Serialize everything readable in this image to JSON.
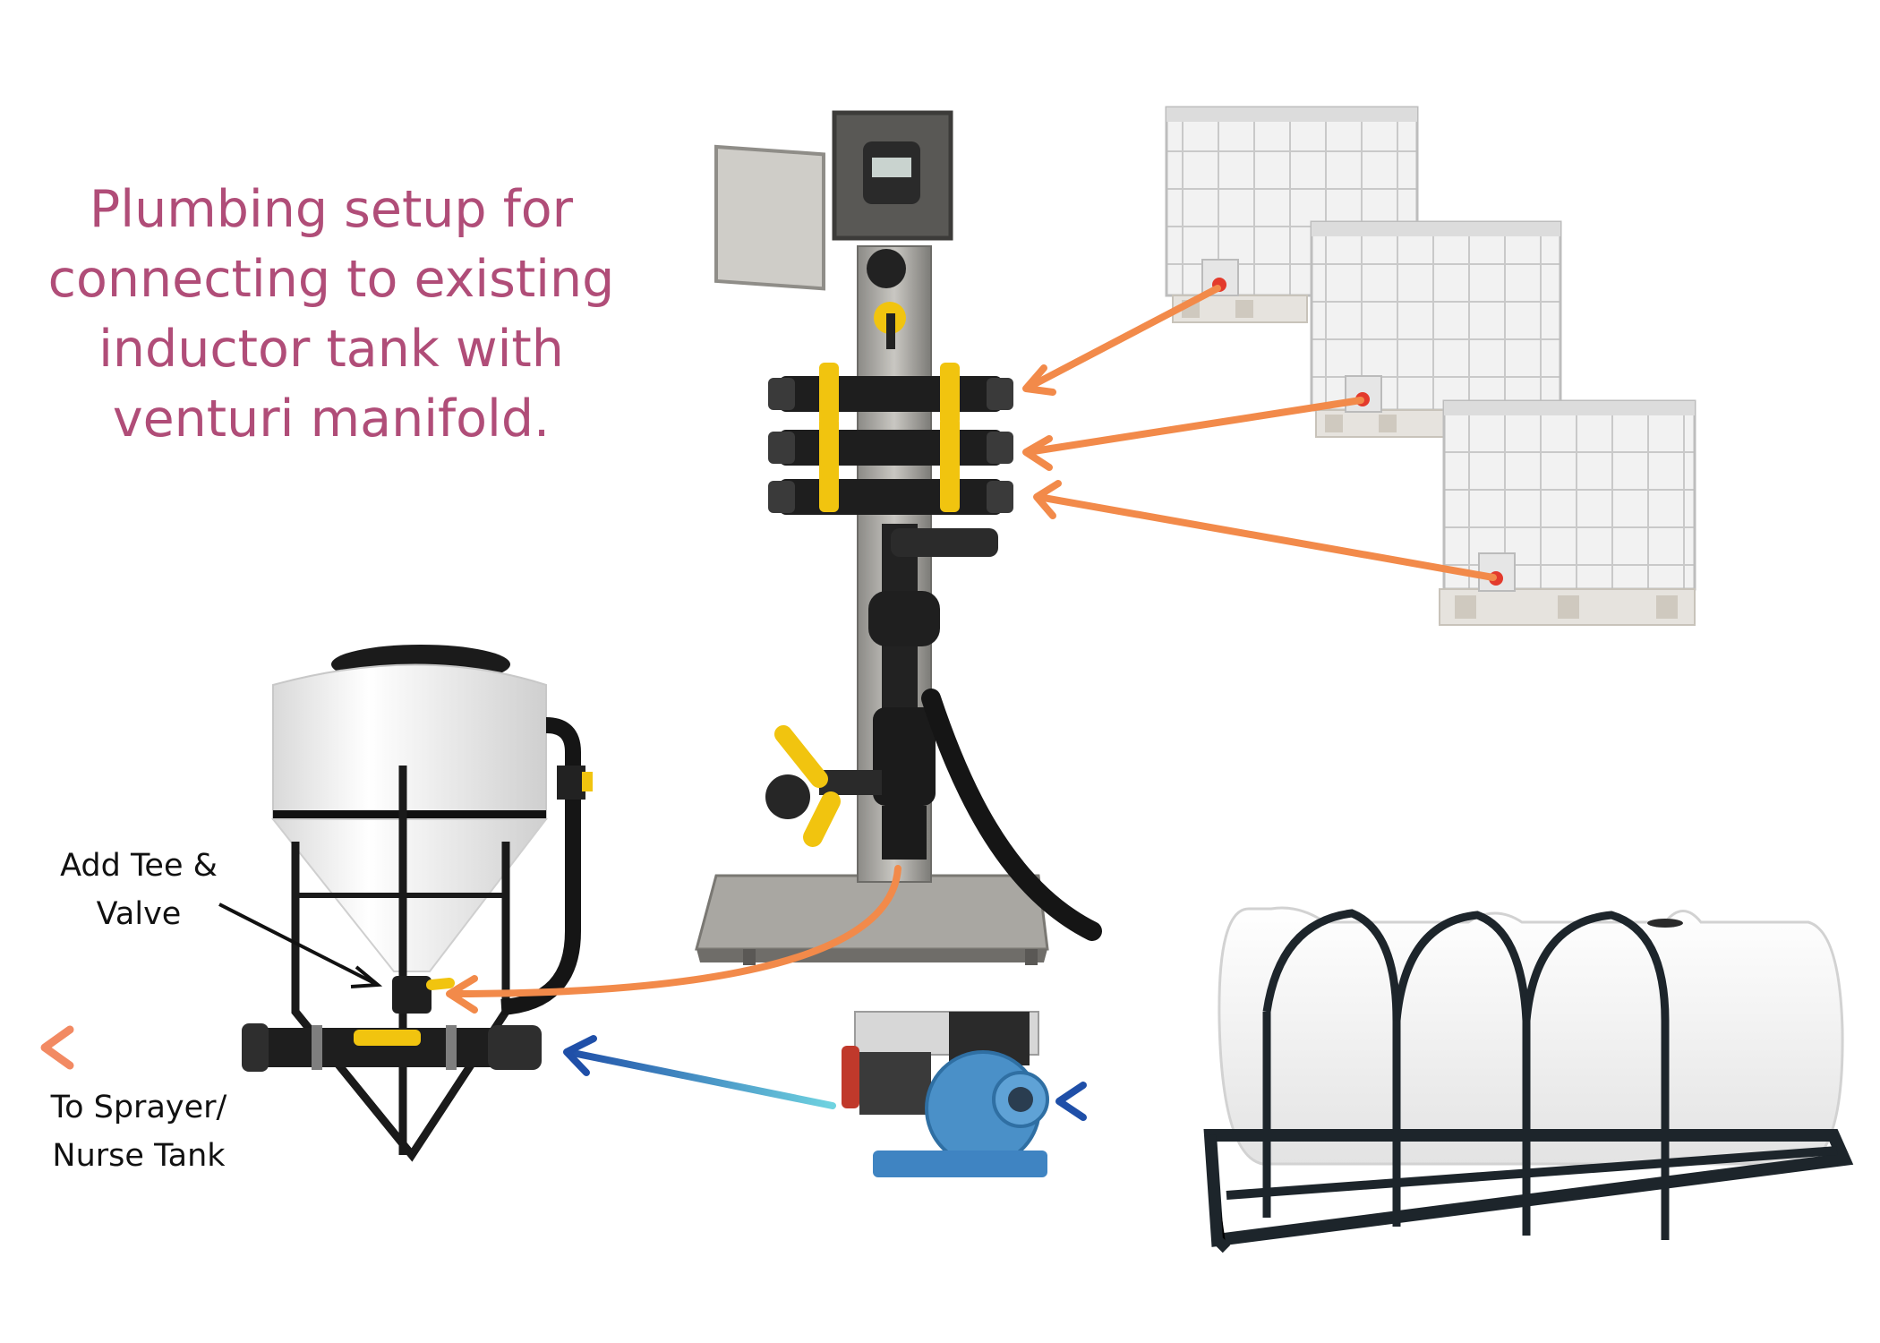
{
  "headline": {
    "line1": "Plumbing setup for",
    "line2": "connecting to existing",
    "line3": "inductor tank with",
    "line4": "venturi manifold."
  },
  "labels": {
    "tee_line1": "Add Tee &",
    "tee_line2": "Valve",
    "out_line1": "To Sprayer/",
    "out_line2": "Nurse Tank"
  },
  "colors": {
    "accent_text": "#b04d78",
    "chemical_flow": "#f28a4a",
    "water_flow": "#1f56b0",
    "pump_blue": "#4a90c8",
    "frame": "#1d252b"
  }
}
